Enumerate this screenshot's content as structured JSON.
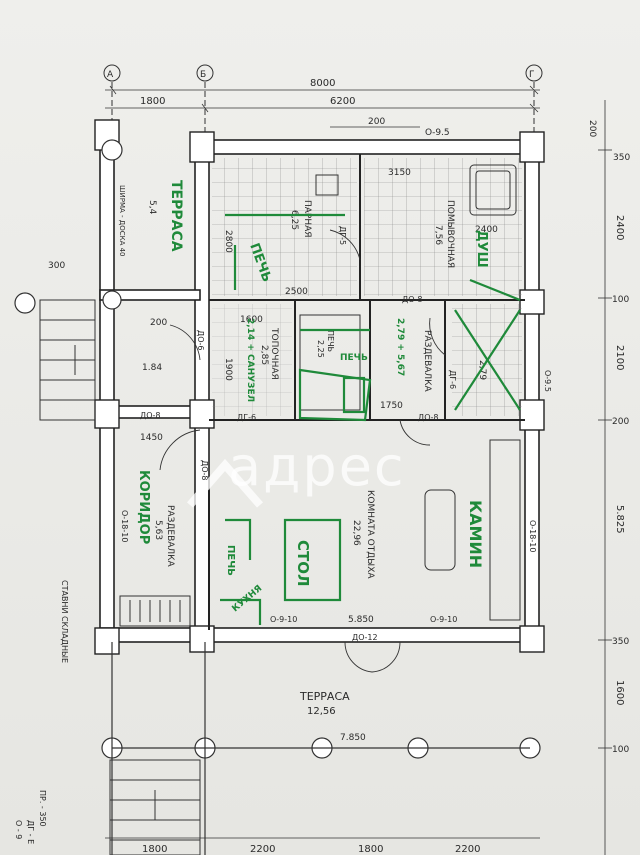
{
  "axes": {
    "a": "А",
    "b": "Б",
    "g": "Г"
  },
  "dims": {
    "top_total": "8000",
    "top_1800": "1800",
    "top_6200": "6200",
    "top_200": "200",
    "wall_d95_top": "О-9.5",
    "d_3150": "3150",
    "d_2400a": "2400",
    "d_2500": "2500",
    "d_1600": "1600",
    "d_2800": "2800",
    "d_1900": "1900",
    "d_300": "300",
    "d_200a": "200",
    "d_184": "1.84",
    "d_1450": "1450",
    "d_1750": "1750",
    "d_5850": "5.850",
    "d_7850": "7.850",
    "right_200": "200",
    "right_2400": "2400",
    "right_100a": "100",
    "right_2100": "2100",
    "right_200b": "200",
    "right_5825": "5.825",
    "right_350a": "350",
    "right_1600": "1600",
    "right_100b": "100",
    "right_350top": "350",
    "bottom_1800a": "1800",
    "bottom_2200a": "2200",
    "bottom_1800b": "1800",
    "bottom_2200b": "2200"
  },
  "doors": {
    "d05": "ДГ-5",
    "d06": "ДО-6",
    "d08a": "ДО-8",
    "d08b": "ДО-8",
    "d08c": "ДО-8",
    "d08d": "ДО-8",
    "dg6": "ДГ-6",
    "dg6b": "ДГ-6",
    "d012": "ДО-12",
    "w9510a": "О-9.5",
    "w1810a": "О-18-10",
    "w1810b": "О-18-10",
    "w910a": "О-9-10",
    "w910b": "О-9-10"
  },
  "rooms": {
    "terrace_top": {
      "name": "ТЕРРАСА",
      "area": "5,4"
    },
    "shirma": "ШИРМА - ДОСКА 40",
    "steam": {
      "name": "ПАРНАЯ",
      "area": "6,25"
    },
    "wash": {
      "name": "ПОМЫВОЧНАЯ",
      "area": "7,56"
    },
    "furnace": {
      "name": "ТОПОЧНАЯ",
      "area": "2,85"
    },
    "pech": "ПЕЧЬ",
    "pech_area": "2,25",
    "razd_small": {
      "name": "РАЗДЕВАЛКА",
      "area": "2,79"
    },
    "razd_main": {
      "name": "РАЗДЕВАЛКА",
      "area": "5,63"
    },
    "corridor": {
      "name": "КОРИДОР",
      "area": "1,84"
    },
    "rest": {
      "name": "КОМНАТА ОТДЫХА",
      "area": "22,96"
    },
    "terrace_bottom": {
      "name": "ТЕРРАСА",
      "area": "12,56"
    },
    "stavni": "СТАВНИ СКЛАДНЫЕ"
  },
  "annotations": {
    "terrasa": "ТЕРРАСА",
    "pech": "ПЕЧЬ",
    "dush": "ДУШ",
    "sanuzel": "2,14 + САНУЗЕЛ",
    "formula": "2,79 + 5,67",
    "pech_sm": "ПЕЧЬ",
    "kamin": "КАМИН",
    "koridor": "КОРИДОР",
    "pech2": "ПЕЧЬ",
    "stol": "СТОЛ",
    "kuhnya": "КУХНЯ"
  },
  "watermark": "адрес",
  "footnote": [
    "ПР. - 350",
    "ДГ - Е",
    "О - 9"
  ],
  "colors": {
    "ink": "#2a2a2a",
    "marker": "#1f8a3a",
    "paper": "#ececE8"
  }
}
